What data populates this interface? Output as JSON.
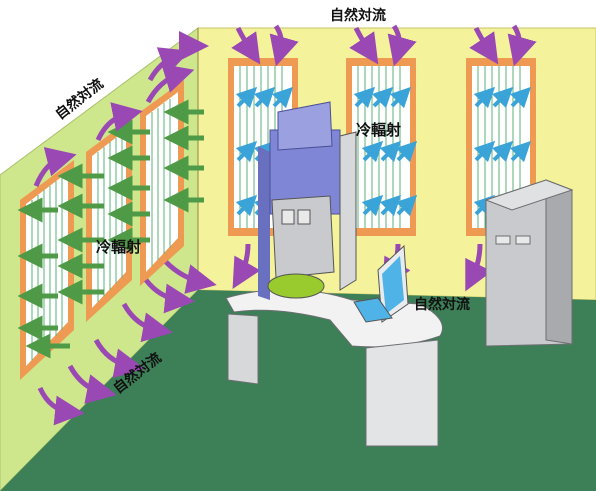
{
  "labels": {
    "convection_top": "自然対流",
    "convection_left_wall": "自然対流",
    "convection_floor_left": "自然対流",
    "convection_right": "自然対流",
    "radiation_back": "冷輻射",
    "radiation_left": "冷輻射"
  },
  "colors": {
    "back_wall": "#f4f29a",
    "left_wall": "#cfe78c",
    "floor": "#3d7f57",
    "panel_frame": "#ee9a52",
    "panel_inner": "#ffffff",
    "panel_lines": "#5ab07a",
    "arrow_purple": "#9a48b4",
    "arrow_green": "#4f9a46",
    "arrow_blue": "#3aa3d8",
    "microscope_blue": "#7f86d6",
    "cabinet_gray": "#c9cacd",
    "desk_white": "#f2f2f2"
  }
}
